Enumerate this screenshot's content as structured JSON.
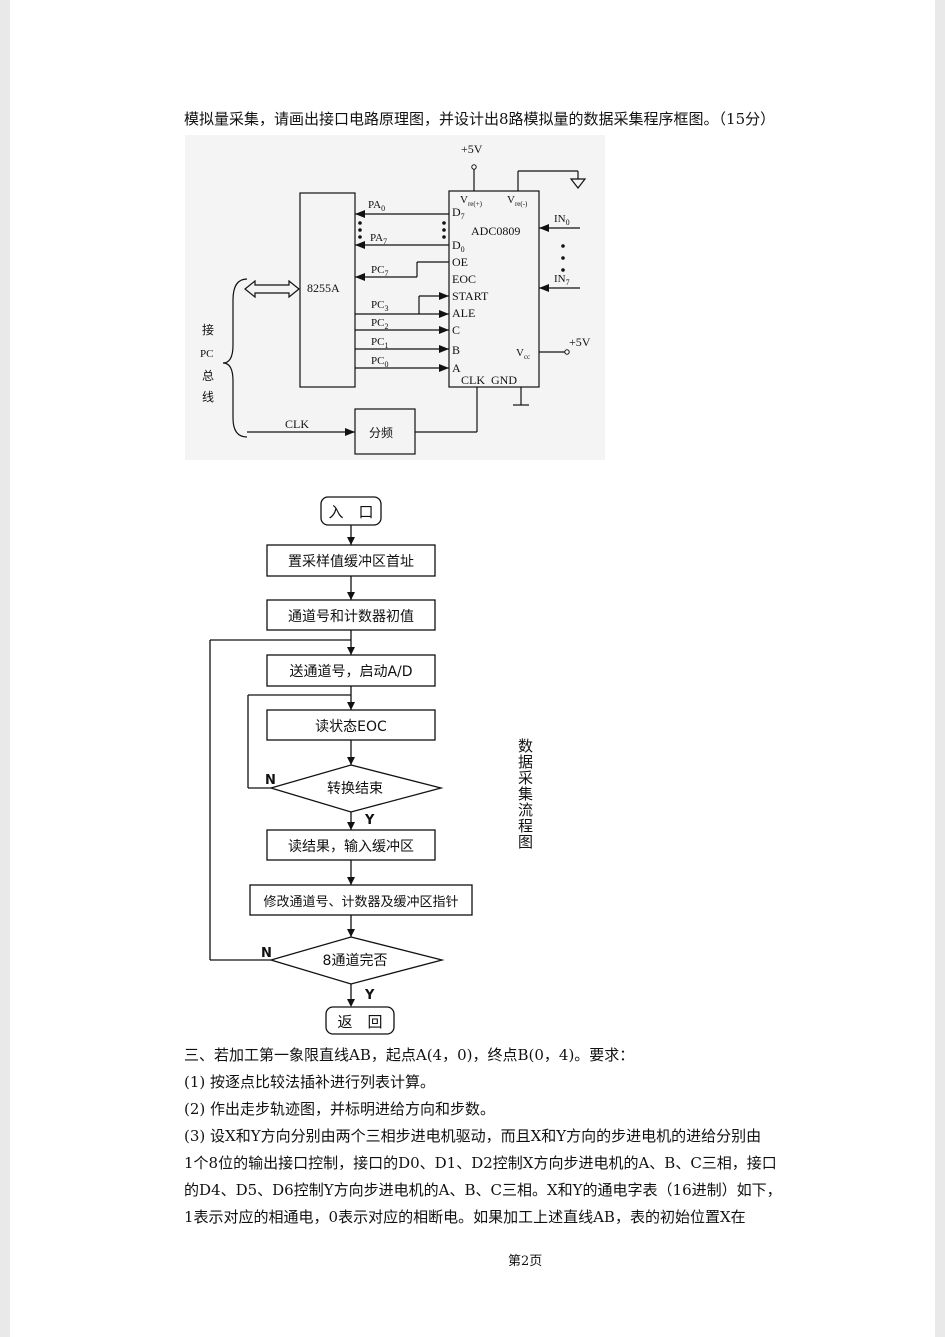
{
  "intro_line": "模拟量采集，请画出接口电路原理图，并设计出8路模拟量的数据采集程序框图。（15分）",
  "circuit": {
    "vcc_top": "+5V",
    "vcc_right": "+5V",
    "chip_8255": "8255A",
    "chip_adc": "ADC0809",
    "bus_label_chars": [
      "接",
      "PC",
      "总",
      "线"
    ],
    "clk_label": "CLK",
    "divider": "分频",
    "pa0": "PA",
    "pa0_sub": "0",
    "pa7": "PA",
    "pa7_sub": "7",
    "pc7": "PC",
    "pc7_sub": "7",
    "pc3": "PC",
    "pc3_sub": "3",
    "pc2": "PC",
    "pc2_sub": "2",
    "pc1": "PC",
    "pc1_sub": "1",
    "pc0": "PC",
    "pc0_sub": "0",
    "vref_plus": "V",
    "vref_plus_sub": "re(+)",
    "vref_minus": "V",
    "vref_minus_sub": "re(-)",
    "d7": "D",
    "d7_sub": "7",
    "d0": "D",
    "d0_sub": "0",
    "oe": "OE",
    "eoc": "EOC",
    "start": "START",
    "ale": "ALE",
    "c": "C",
    "b": "B",
    "a": "A",
    "clk_gnd": "CLK  GND",
    "vcc": "V",
    "vcc_sub": "cc",
    "in0": "IN",
    "in0_sub": "0",
    "in7": "IN",
    "in7_sub": "7"
  },
  "flowchart": {
    "entry": "入　口",
    "step1": "置采样值缓冲区首址",
    "step2": "通道号和计数器初值",
    "step3": "送通道号，启动A/D",
    "step4": "读状态EOC",
    "decision1": "转换结束",
    "step5": "读结果，输入缓冲区",
    "step6": "修改通道号、计数器及缓冲区指针",
    "decision2": "8通道完否",
    "exit": "返　回",
    "n1": "N",
    "y1": "Y",
    "n2": "N",
    "y2": "Y",
    "side_title": "数据采集流程图"
  },
  "question3": {
    "line1": "三、若加工第一象限直线AB，起点A(4，0)，终点B(0，4)。要求：",
    "line2": "(1) 按逐点比较法插补进行列表计算。",
    "line3": "(2) 作出走步轨迹图，并标明进给方向和步数。",
    "line4": "(3) 设X和Y方向分别由两个三相步进电机驱动，而且X和Y方向的步进电机的进给分别由",
    "line5": "1个8位的输出接口控制，接口的D0、D1、D2控制X方向步进电机的A、B、C三相，接口",
    "line6": "的D4、D5、D6控制Y方向步进电机的A、B、C三相。X和Y的通电字表（16进制）如下，",
    "line7": "1表示对应的相通电，0表示对应的相断电。如果加工上述直线AB，表的初始位置X在"
  },
  "footer": "第2页"
}
